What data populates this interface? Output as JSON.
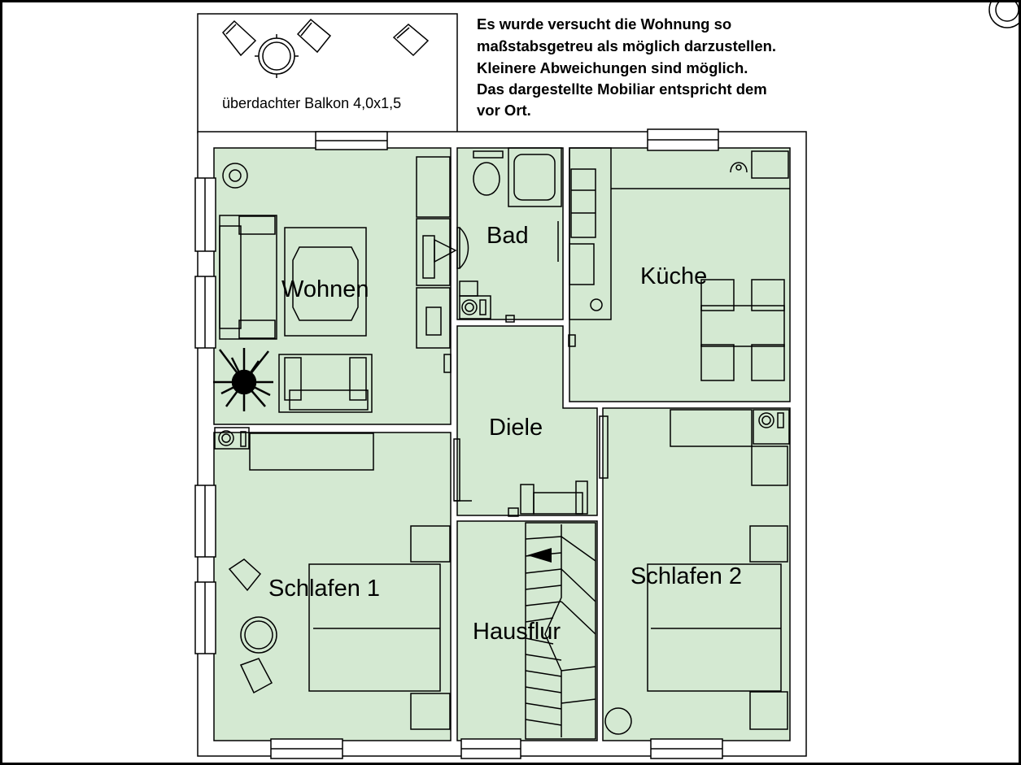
{
  "colors": {
    "room_fill": "#d4e9d2",
    "outline": "#000000",
    "wall_fill": "#ffffff",
    "background": "#000000",
    "sheet": "#ffffff"
  },
  "note": {
    "lines": [
      "Es wurde versucht die Wohnung so",
      "maßstabsgetreu als möglich darzustellen.",
      "Kleinere Abweichungen sind möglich.",
      "Das dargestellte Mobiliar entspricht dem",
      "vor Ort."
    ]
  },
  "balcony": {
    "label": "überdachter Balkon 4,0x1,5"
  },
  "rooms": {
    "wohnen": "Wohnen",
    "bad": "Bad",
    "kueche": "Küche",
    "diele": "Diele",
    "schlafen1": "Schlafen 1",
    "schlafen2": "Schlafen 2",
    "hausflur": "Hausflur"
  },
  "icons": {
    "plant": "plant-icon",
    "stair_direction": "stair-arrow-icon",
    "compass": "compass-rose-icon"
  }
}
